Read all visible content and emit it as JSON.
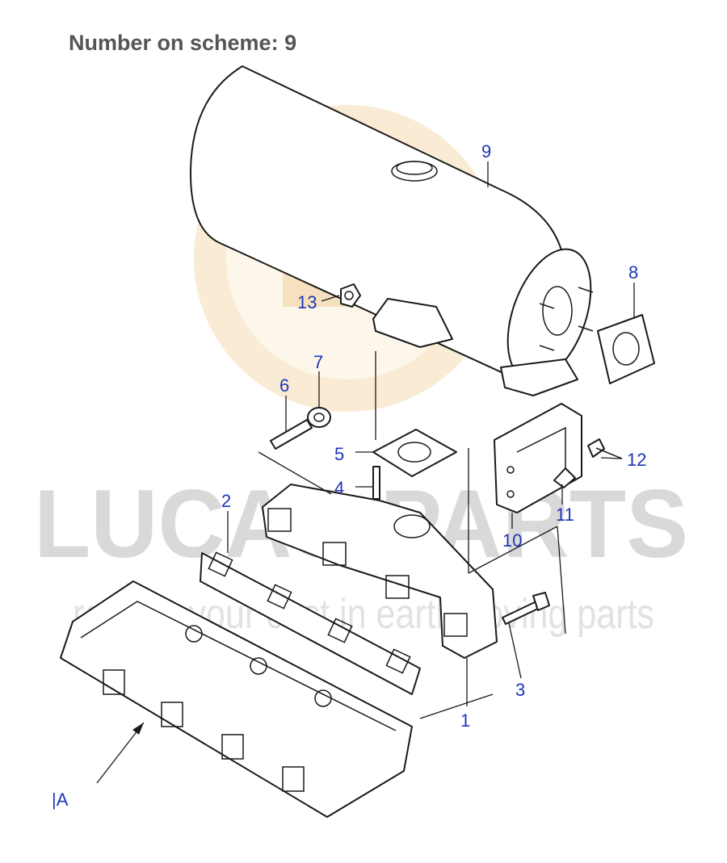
{
  "header": {
    "label": "Number on scheme:",
    "number": "9"
  },
  "watermark": {
    "brand": "LUCAS PARTS",
    "tagline": "reduce your cost in earthmoving parts"
  },
  "callouts": {
    "c1": "1",
    "c2": "2",
    "c3": "3",
    "c4": "4",
    "c5": "5",
    "c6": "6",
    "c7": "7",
    "c8": "8",
    "c9": "9",
    "c10": "10",
    "c11": "11",
    "c12": "12",
    "c13": "13",
    "cA": "|A"
  },
  "colors": {
    "callout": "#1f35b8",
    "title": "#555555",
    "watermark_logo": "#f6e3c4"
  }
}
